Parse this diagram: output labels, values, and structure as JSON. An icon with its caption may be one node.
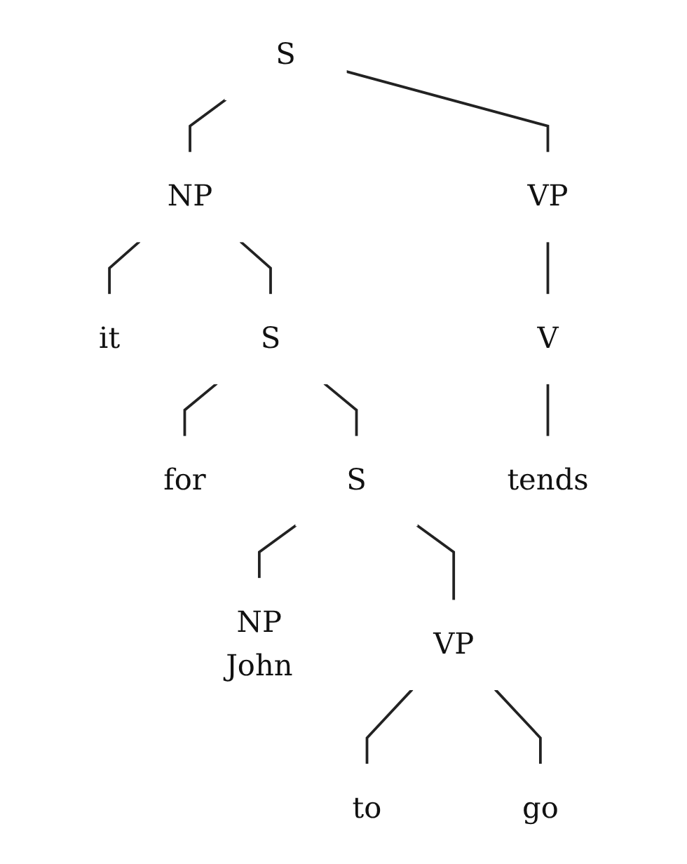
{
  "diagram": {
    "nodes": [
      {
        "text": [
          "S"
        ]
      },
      {
        "text": [
          "NP"
        ]
      },
      {
        "text": [
          "VP"
        ]
      },
      {
        "text": [
          "it"
        ]
      },
      {
        "text": [
          "S"
        ]
      },
      {
        "text": [
          "V"
        ]
      },
      {
        "text": [
          "tends"
        ]
      },
      {
        "text": [
          "for"
        ]
      },
      {
        "text": [
          "S"
        ]
      },
      {
        "text": [
          "NP",
          "John"
        ]
      },
      {
        "text": [
          "VP"
        ]
      },
      {
        "text": [
          "to"
        ]
      },
      {
        "text": [
          "go"
        ]
      }
    ],
    "edges": [
      {
        "from": 0,
        "to": 1,
        "arrow": "none"
      },
      {
        "from": 0,
        "to": 2,
        "arrow": "none"
      },
      {
        "from": 1,
        "to": 3,
        "arrow": "none"
      },
      {
        "from": 1,
        "to": 4,
        "arrow": "none"
      },
      {
        "from": 2,
        "to": 5,
        "arrow": "none"
      },
      {
        "from": 5,
        "to": 6,
        "arrow": "none"
      },
      {
        "from": 4,
        "to": 7,
        "arrow": "none"
      },
      {
        "from": 4,
        "to": 8,
        "arrow": "none"
      },
      {
        "from": 8,
        "to": 9,
        "arrow": "none"
      },
      {
        "from": 8,
        "to": 10,
        "arrow": "none"
      },
      {
        "from": 10,
        "to": 11,
        "arrow": "none"
      },
      {
        "from": 10,
        "to": 12,
        "arrow": "none"
      }
    ]
  }
}
